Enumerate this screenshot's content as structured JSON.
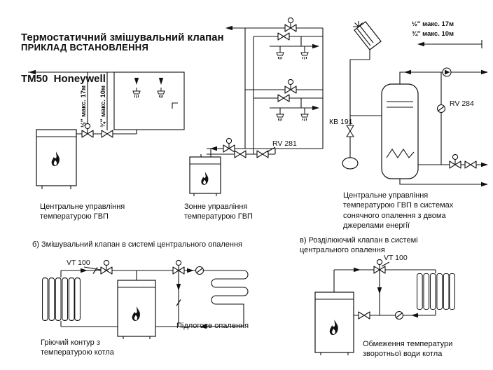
{
  "header": {
    "title_line1": "Термостатичний змішувальний клапан",
    "title_line2": "ТМ50  Honeywell",
    "subtitle": "ПРИКЛАД ВСТАНОВЛЕННЯ"
  },
  "notes": {
    "half_inch": "½″ макс. 17м",
    "three_quarter_inch": "¾″ макс. 10м"
  },
  "labels": {
    "rv281": "RV 281",
    "rv284": "RV 284",
    "kv191": "КВ 191",
    "vt100": "VT 100"
  },
  "captions": {
    "scene1": "Центральне управління температурою ГВП",
    "scene2": "Зонне управління температурою ГВП",
    "scene3": "Центральне управління температурою ГВП в системах сонячного опалення з двома джерелами енергії",
    "section_b": "б) Змішувальний клапан в системі центрального опалення",
    "section_v": "в) Розділюючий клапан в системі центрального опалення",
    "floor_heating": "Підлогове опалення",
    "scene4": "Гріючий контур з температурою котла",
    "scene5": "Обмеження температури зворотньої води котла"
  }
}
